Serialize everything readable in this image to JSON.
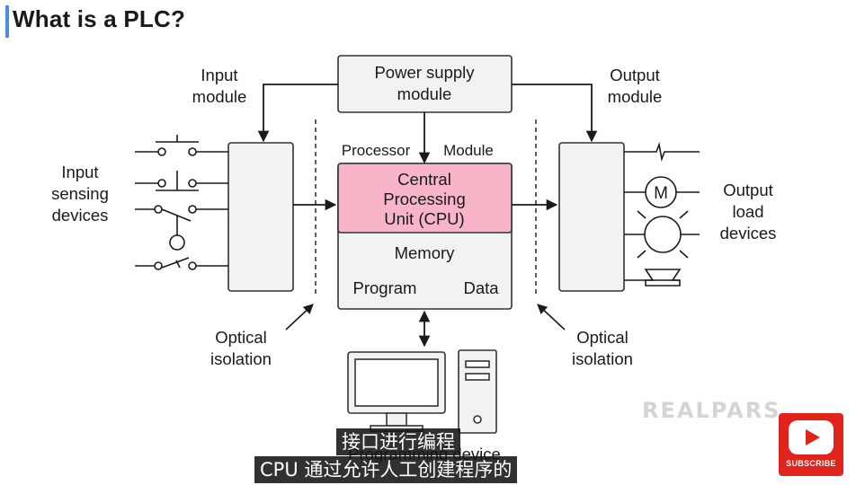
{
  "title": "What is a PLC?",
  "labels": {
    "input_module": [
      "Input",
      "module"
    ],
    "power_supply": [
      "Power supply",
      "module"
    ],
    "output_module": [
      "Output",
      "module"
    ],
    "input_sensing": [
      "Input",
      "sensing",
      "devices"
    ],
    "output_load": [
      "Output",
      "load",
      "devices"
    ],
    "processor": "Processor",
    "module": "Module",
    "cpu": [
      "Central",
      "Processing",
      "Unit (CPU)"
    ],
    "memory": "Memory",
    "program": "Program",
    "data": "Data",
    "optical_left": [
      "Optical",
      "isolation"
    ],
    "optical_right": [
      "Optical",
      "isolation"
    ],
    "programming_device": "Programming device",
    "motor_symbol": "M"
  },
  "colors": {
    "cpu_fill": "#f7b5c7",
    "box_fill": "#f2f2f2",
    "accent_bar": "#4a90d9",
    "subscribe_red": "#e0241b"
  },
  "brand": "REALPARS",
  "subscribe": "SUBSCRIBE",
  "captions": [
    "接口进行编程",
    "CPU 通过允许人工创建程序的"
  ]
}
